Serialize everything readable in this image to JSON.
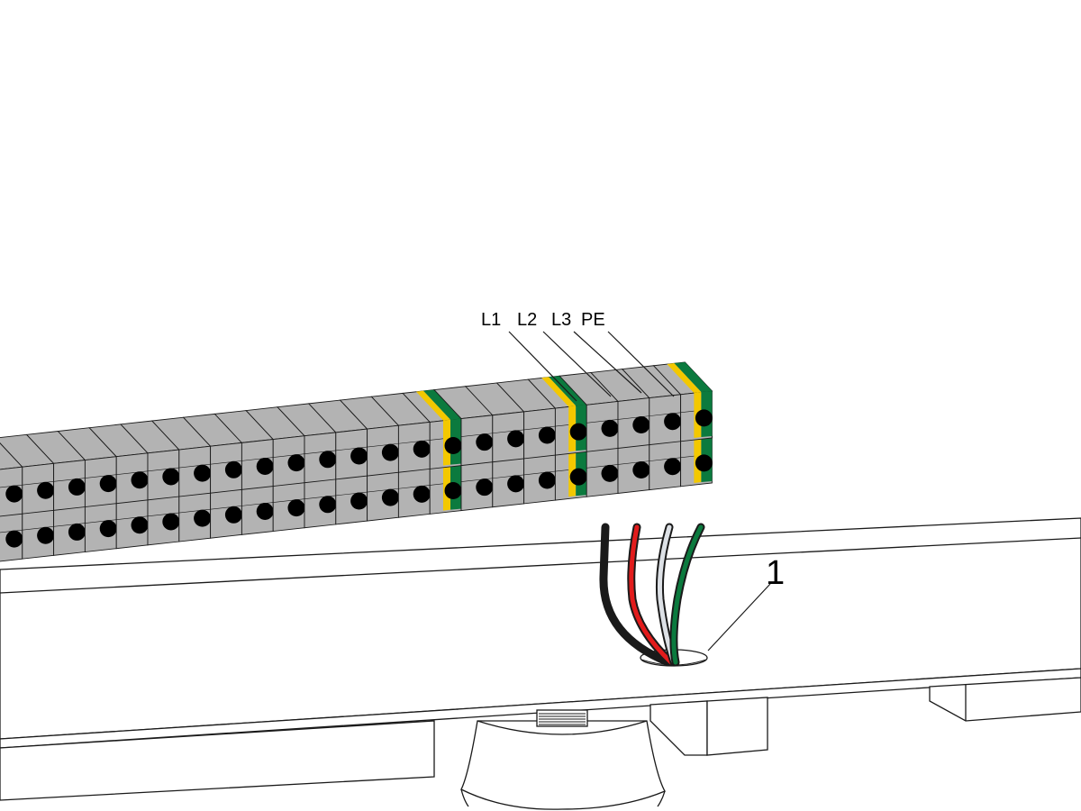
{
  "diagram": {
    "terminal_labels": [
      "L1",
      "L2",
      "L3",
      "PE"
    ],
    "callouts": [
      {
        "number": "1",
        "target": "cable-entry-hole"
      }
    ],
    "wires": [
      {
        "name": "L1",
        "color": "#1a1a1a"
      },
      {
        "name": "L2",
        "color": "#e21c1c"
      },
      {
        "name": "L3",
        "color": "#dde1e6"
      },
      {
        "name": "PE",
        "color": "#0b7a3e"
      }
    ],
    "colors": {
      "terminal_grey": "#b3b3b3",
      "terminal_grey_dark": "#9d9d9d",
      "earth_yellow": "#f3c800",
      "earth_green": "#0b7a3e",
      "line": "#1a1a1a"
    }
  }
}
